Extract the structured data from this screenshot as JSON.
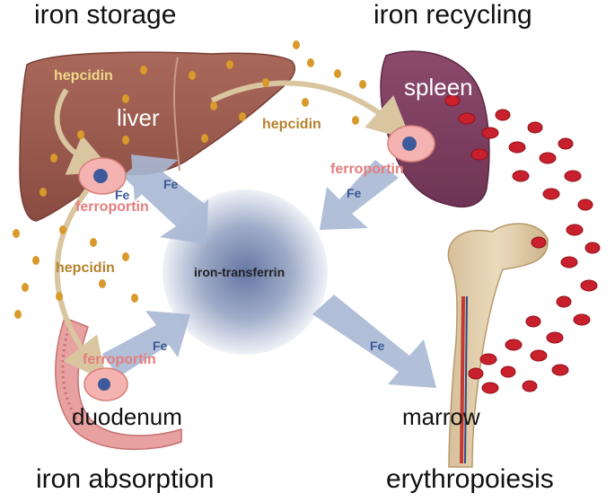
{
  "corners": {
    "top_left": "iron storage",
    "top_right": "iron recycling",
    "bottom_left": "iron absorption",
    "bottom_right": "erythropoiesis"
  },
  "organs": {
    "liver": "liver",
    "spleen": "spleen",
    "duodenum": "duodenum",
    "marrow": "marrow"
  },
  "center_label": "iron-transferrin",
  "labels": {
    "hepcidin": "hepcidin",
    "ferroportin": "ferroportin",
    "fe": "Fe"
  },
  "colors": {
    "liver": "#9a5a4e",
    "spleen": "#7e3e5e",
    "hepcidin_arrow": "#d9c6a0",
    "fe_arrow": "#a9b8d4",
    "rbc": "#c8202c",
    "granule": "#d99a2b"
  }
}
